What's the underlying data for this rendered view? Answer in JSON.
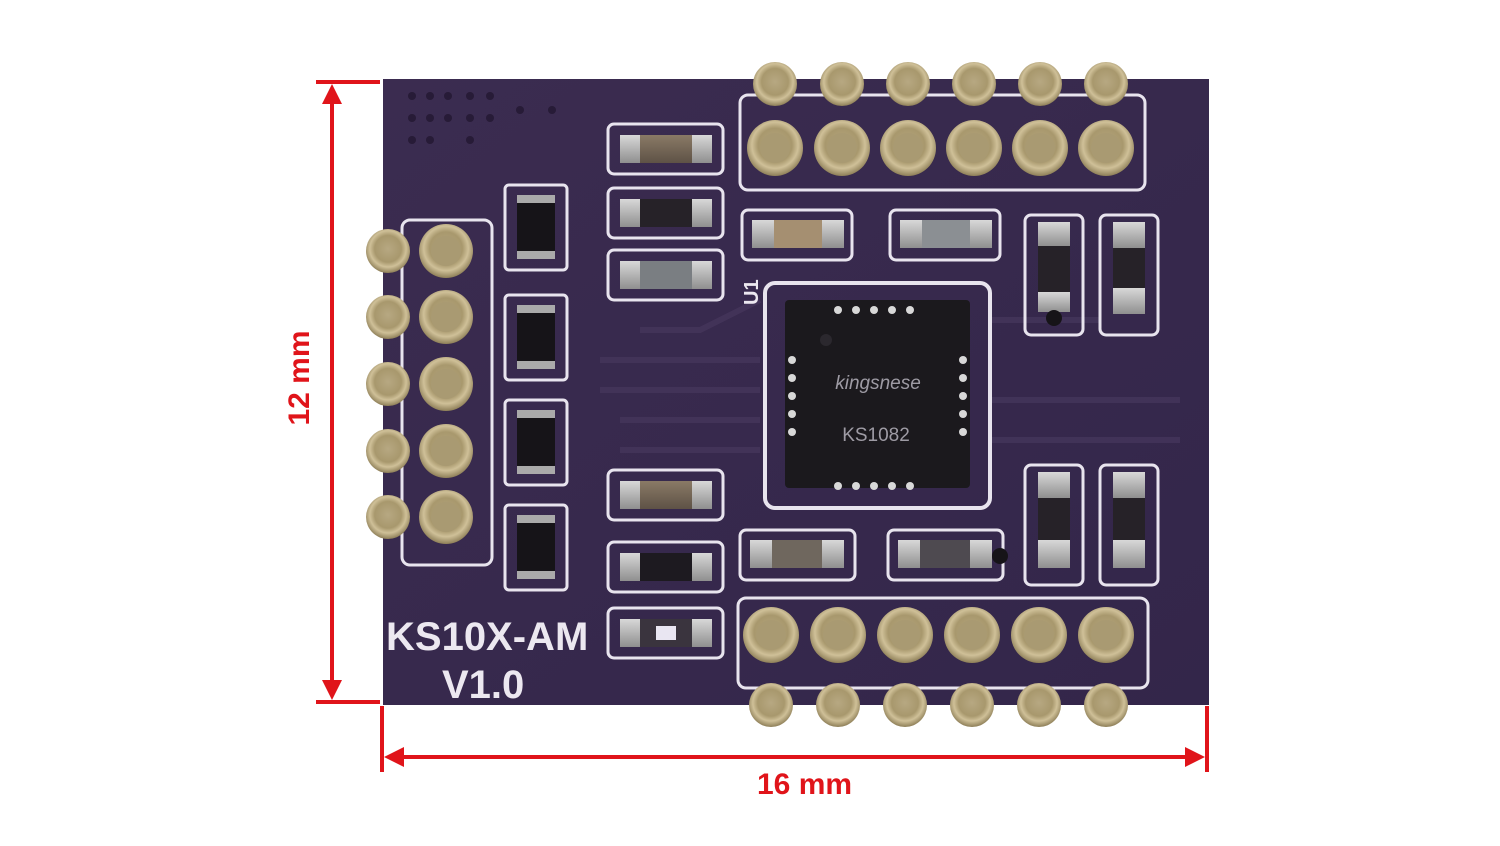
{
  "dimensions": {
    "width_label": "16 mm",
    "height_label": "12 mm",
    "arrow_color": "#e0141a"
  },
  "board": {
    "silkscreen_name": "KS10X-AM",
    "silkscreen_version": "V1.0",
    "component_label": "U1",
    "chip_brand": "kingsnese",
    "chip_model": "KS1082",
    "pcb_color": "#3a2a4e",
    "pad_color": "#c9b98d",
    "silkscreen_color": "#ece8f0"
  }
}
